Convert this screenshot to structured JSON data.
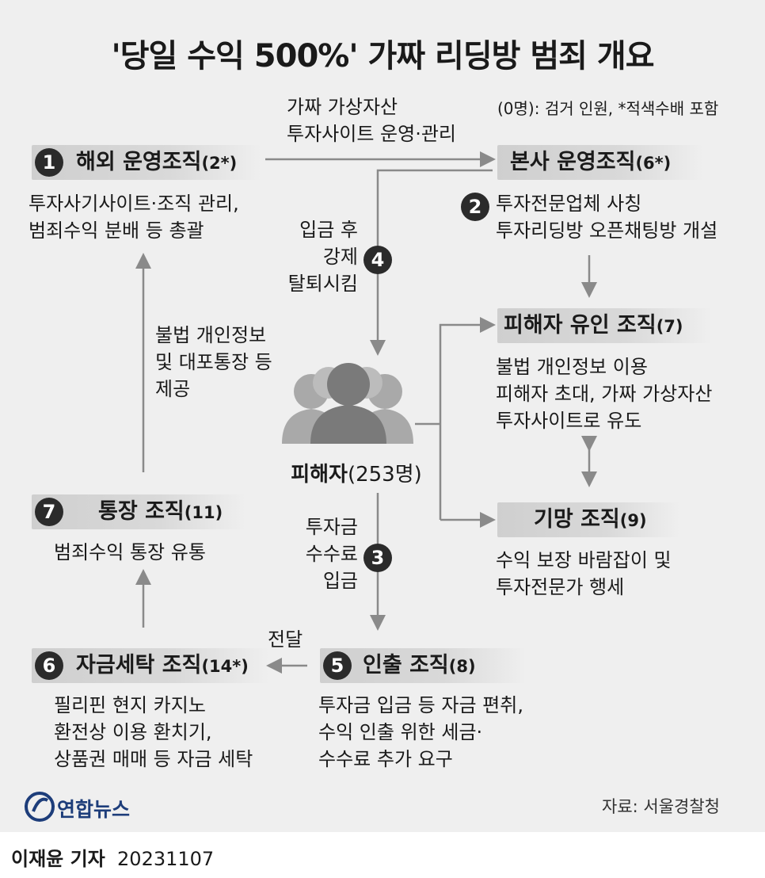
{
  "title": "'당일 수익 500%' 가짜 리딩방 범죄 개요",
  "legend": "(0명): 검거 인원, *적색수배 포함",
  "nodes": {
    "overseas": {
      "number": "1",
      "name": "해외 운영조직",
      "count": "(2*)",
      "desc": [
        "투자사기사이트·조직 관리,",
        "범죄수익 분배 등 총괄"
      ]
    },
    "hq": {
      "name": "본사 운영조직",
      "count": "(6*)",
      "step": "2",
      "desc": [
        "투자전문업체 사칭",
        "투자리딩방 오픈채팅방 개설"
      ]
    },
    "lure": {
      "name": "피해자 유인 조직",
      "count": "(7)",
      "desc": [
        "불법 개인정보 이용",
        "피해자 초대, 가짜 가상자산",
        "투자사이트로 유도"
      ]
    },
    "deceive": {
      "name": "기망 조직",
      "count": "(9)",
      "desc": [
        "수익 보장 바람잡이 및",
        "투자전문가 행세"
      ]
    },
    "account": {
      "number": "7",
      "name": "통장 조직",
      "count": "(11)",
      "desc": [
        "범죄수익 통장 유통"
      ]
    },
    "laundering": {
      "number": "6",
      "name": "자금세탁 조직",
      "count": "(14*)",
      "desc": [
        "필리핀 현지 카지노",
        "환전상 이용 환치기,",
        "상품권 매매 등 자금 세탁"
      ]
    },
    "withdraw": {
      "number": "5",
      "name": "인출 조직",
      "count": "(8)",
      "desc": [
        "투자금 입금 등 자금 편취,",
        "수익 인출 위한 세금·",
        "수수료 추가 요구"
      ]
    }
  },
  "edges": {
    "overseas_to_hq": [
      "가짜 가상자산",
      "투자사이트 운영·관리"
    ],
    "step4": {
      "number": "4",
      "lines": [
        "입금 후",
        "강제",
        "탈퇴시킴"
      ]
    },
    "step3": {
      "number": "3",
      "lines": [
        "투자금",
        "수수료",
        "입금"
      ]
    },
    "account_to_overseas": [
      "불법 개인정보",
      "및 대포통장 등",
      "제공"
    ],
    "withdraw_to_laundering": "전달"
  },
  "victim": {
    "label": "피해자",
    "count": "(253명)"
  },
  "brand": "연합뉴스",
  "source": "자료: 서울경찰청",
  "byline": {
    "name": "이재윤 기자",
    "date": "20231107"
  },
  "colors": {
    "panel": "#efefef",
    "arrow": "#8a8a8a",
    "badge": "#2b2b2b",
    "header_band": "#d0d0d0",
    "brand": "#1d3d7a"
  }
}
